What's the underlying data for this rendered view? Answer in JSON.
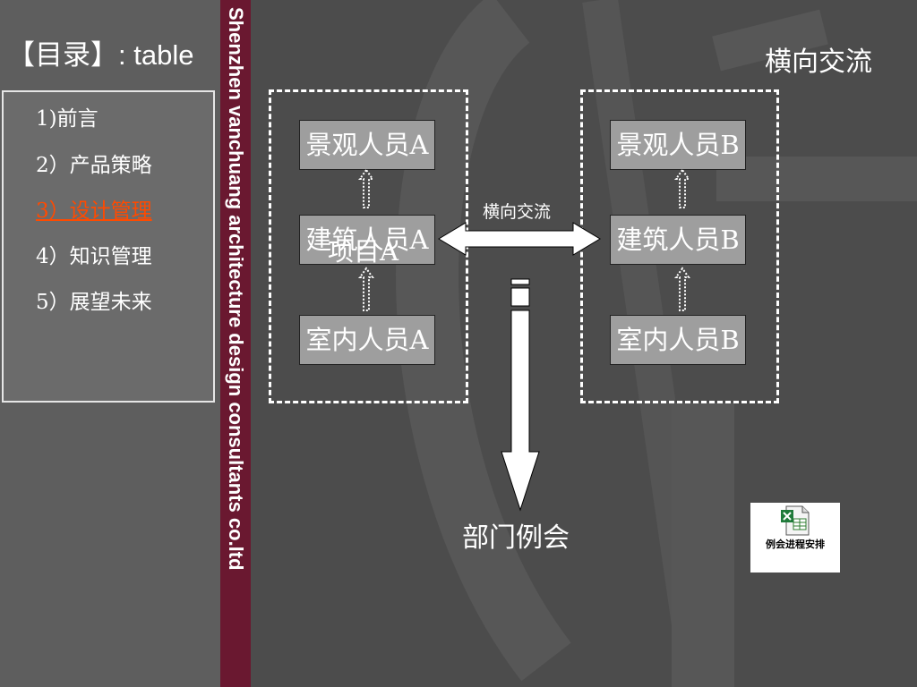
{
  "sidebar": {
    "title": "【目录】: table",
    "items": [
      {
        "label": "1)前言",
        "active": false
      },
      {
        "label": "2）产品策略",
        "active": false
      },
      {
        "label": "3）设计管理",
        "active": true
      },
      {
        "label": "4）知识管理",
        "active": false
      },
      {
        "label": "5）展望未来",
        "active": false
      }
    ]
  },
  "band": {
    "text": "Shenzhen  vanchuang architecture design consultants co.ltd"
  },
  "diagram": {
    "title": "横向交流",
    "group_a": [
      "景观人员A",
      "建筑人员A",
      "室内人员A"
    ],
    "group_a_overlap": "项目A",
    "group_b": [
      "景观人员B",
      "建筑人员B",
      "室内人员B"
    ],
    "arrow_label": "横向交流",
    "meeting_label": "部门例会"
  },
  "attachment": {
    "label": "例会进程安排",
    "icon": "excel-file-icon"
  },
  "colors": {
    "band": "#6a1830",
    "active_item": "#ff4a00",
    "role_box": "#9e9e9e"
  }
}
